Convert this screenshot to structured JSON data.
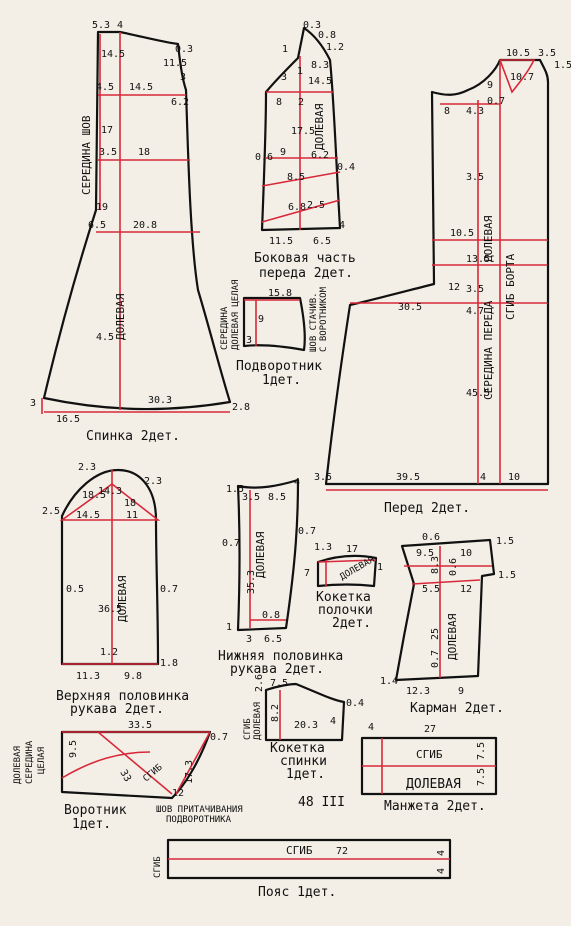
{
  "colors": {
    "paper": "#f3efe6",
    "outline": "#111111",
    "construction": "#d8283a"
  },
  "page_label": "48 III",
  "spinka": {
    "label": "Спинка 2дет.",
    "side_seam_center": "СЕРЕДИНА ШОВ",
    "grain": "ДОЛЕВАЯ",
    "m": [
      "5.3",
      "4",
      "0.3",
      "14.5",
      "11.5",
      "4.5",
      "14.5",
      "3",
      "6.2",
      "17",
      "3.5",
      "18",
      "19",
      "6.5",
      "20.8",
      "4.5",
      "30.3",
      "3",
      "2.8",
      "16.5"
    ]
  },
  "bokovaya": {
    "label_1": "Боковая часть",
    "label_2": "переда 2дет.",
    "grain": "ДОЛЕВАЯ",
    "m": [
      "0.3",
      "0.8",
      "1",
      "1.2",
      "3",
      "1",
      "8.3",
      "8",
      "2",
      "14.5",
      "17.5",
      "0.6",
      "9",
      "6.2",
      "0.4",
      "8.5",
      "6.8",
      "2.5",
      "4",
      "11.5",
      "6.5"
    ]
  },
  "podvorotnik": {
    "label_1": "Подворотник",
    "label_2": "1дет.",
    "side_1": "СЕРЕДИНА",
    "side_2": "ДОЛЕВАЯ ЦЕЛАЯ",
    "seam_1": "ШОВ СТАЧИВ.",
    "seam_2": "С ВОРОТНИКОМ",
    "m": [
      "15.8",
      "9",
      "3"
    ]
  },
  "pered": {
    "label": "Перед 2дет.",
    "center": "СЕРЕДИНА ПЕРЕДА",
    "grain": "ДОЛЕВАЯ",
    "fold_edge": "СГИБ БОРТА",
    "m": [
      "10.5",
      "3.5",
      "1.5",
      "10.7",
      "9",
      "8",
      "4.3",
      "0.7",
      "3.5",
      "10.5",
      "13.5",
      "12",
      "3.5",
      "30.5",
      "4.7",
      "45.5",
      "3.5",
      "39.5",
      "4",
      "10"
    ]
  },
  "verhnyaya": {
    "label_1": "Верхняя половинка",
    "label_2": "рукава 2дет.",
    "grain": "ДОЛЕВАЯ",
    "m": [
      "2.3",
      "18.5",
      "14.3",
      "2.3",
      "2.5",
      "14.5",
      "11",
      "18",
      "0.5",
      "36.5",
      "0.7",
      "1.2",
      "11.3",
      "9.8",
      "1.8"
    ]
  },
  "nizhnyaya": {
    "label_1": "Нижняя половинка",
    "label_2": "рукава 2дет.",
    "grain": "ДОЛЕВАЯ",
    "m": [
      "1.5",
      "3.5",
      "8.5",
      "4",
      "0.7",
      "0.7",
      "35.3",
      "0.8",
      "1",
      "3",
      "6.5"
    ]
  },
  "koketka_pol": {
    "label_1": "Кокетка",
    "label_2": "полочки",
    "label_3": "2дет.",
    "grain": "ДОЛЕВАЯ",
    "m": [
      "1.3",
      "17",
      "7",
      "1"
    ]
  },
  "karman": {
    "label": "Карман 2дет.",
    "grain": "ДОЛЕВАЯ",
    "m": [
      "0.6",
      "1.5",
      "9.5",
      "10",
      "8.3",
      "0.6",
      "1.5",
      "5.5",
      "12",
      "25",
      "0.7",
      "1.4",
      "12.3",
      "9"
    ]
  },
  "vorotnik": {
    "label_1": "Воротник",
    "label_2": "1дет.",
    "side_1": "ДОЛЕВАЯ",
    "side_2": "СЕРЕДИНА",
    "side_3": "ЦЕЛАЯ",
    "fold": "СГИБ",
    "seam_1": "ШОВ ПРИТАЧИВАНИЯ",
    "seam_2": "ПОДВОРОТНИКА",
    "m": [
      "33.5",
      "0.7",
      "9.5",
      "33",
      "17.3",
      "12"
    ]
  },
  "koketka_sp": {
    "label_1": "Кокетка",
    "label_2": "спинки",
    "label_3": "1дет.",
    "side_1": "СГИБ",
    "side_2": "ДОЛЕВАЯ",
    "m": [
      "2.6",
      "7.5",
      "8.2",
      "20.3",
      "0.4",
      "4"
    ]
  },
  "manzheta": {
    "label": "Манжета 2дет.",
    "fold": "СГИБ",
    "grain": "ДОЛЕВАЯ",
    "m": [
      "4",
      "27",
      "7.5",
      "7.5"
    ]
  },
  "poyas": {
    "label": "Пояс 1дет.",
    "side": "СГИБ",
    "fold": "СГИБ",
    "m": [
      "72",
      "4",
      "4"
    ]
  }
}
